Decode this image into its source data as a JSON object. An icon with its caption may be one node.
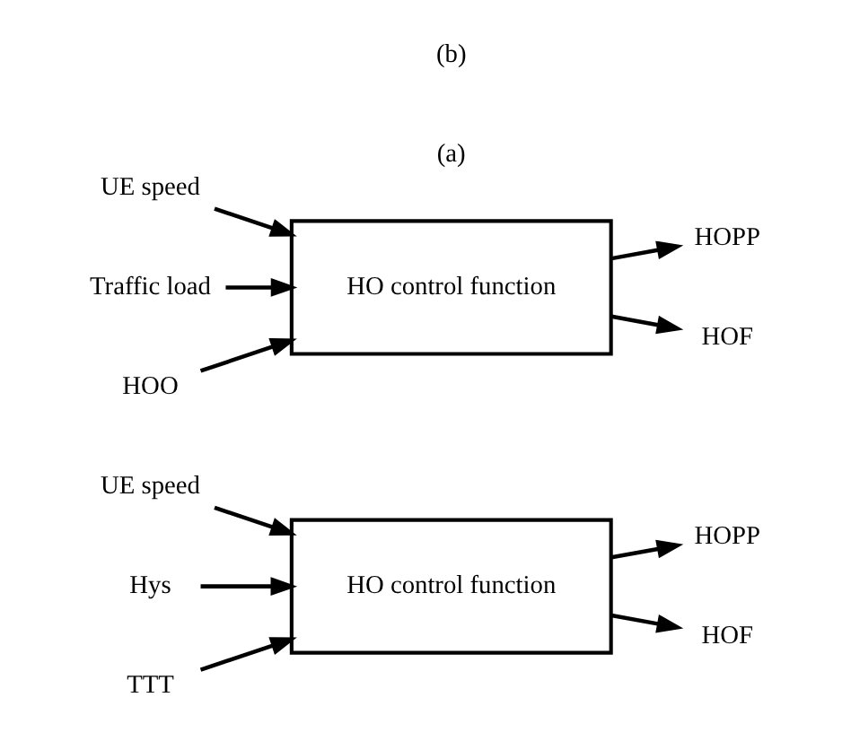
{
  "diagram": {
    "nodes": [
      {
        "text": [
          "UE speed"
        ]
      },
      {
        "text": [
          "HO control function"
        ]
      },
      {
        "text": [
          "HOPP"
        ]
      },
      {
        "text": [
          "HOF"
        ]
      },
      {
        "text": [
          "Hys"
        ]
      },
      {
        "text": [
          "TTT"
        ]
      },
      {
        "text": [
          "UE speed"
        ]
      },
      {
        "text": [
          "Traffic load"
        ]
      },
      {
        "text": [
          "HO control function"
        ]
      },
      {
        "text": [
          "HOPP"
        ]
      },
      {
        "text": [
          "HOF"
        ]
      },
      {
        "text": [
          "HOO"
        ]
      }
    ],
    "edges": [
      {
        "from": 0,
        "to": 1,
        "arrow": "to"
      },
      {
        "from": 1,
        "to": 2,
        "arrow": "to"
      },
      {
        "from": 1,
        "to": 3,
        "arrow": "to"
      },
      {
        "from": 4,
        "to": 1,
        "arrow": "to"
      },
      {
        "from": 5,
        "to": 1,
        "arrow": "to"
      },
      {
        "from": 6,
        "to": 8,
        "arrow": "to"
      },
      {
        "from": 7,
        "to": 8,
        "arrow": "to"
      },
      {
        "from": 8,
        "to": 9,
        "arrow": "to"
      },
      {
        "from": 8,
        "to": 10,
        "arrow": "to"
      },
      {
        "from": 11,
        "to": 8,
        "arrow": "to"
      }
    ],
    "labels": [
      "(a)",
      "(b)"
    ]
  }
}
